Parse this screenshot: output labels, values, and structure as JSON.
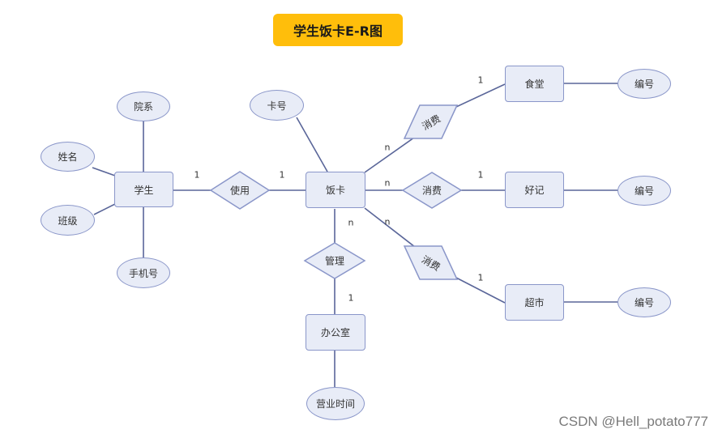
{
  "title": "学生饭卡E-R图",
  "entities": {
    "student": "学生",
    "card": "饭卡",
    "canteen": "食堂",
    "haoji": "好记",
    "supermarket": "超市",
    "office": "办公室"
  },
  "attributes": {
    "department": "院系",
    "name": "姓名",
    "class": "班级",
    "phone": "手机号",
    "card_no": "卡号",
    "canteen_id": "编号",
    "haoji_id": "编号",
    "supermarket_id": "编号",
    "office_hours": "营业时间"
  },
  "relationships": {
    "use": "使用",
    "consume_canteen": "消费",
    "consume_haoji": "消费",
    "consume_supermarket": "消费",
    "manage": "管理"
  },
  "cardinalities": {
    "student_use": "1",
    "use_card": "1",
    "card_consume_canteen": "n",
    "consume_canteen_entity": "1",
    "card_consume_haoji": "n",
    "consume_haoji_entity": "1",
    "card_consume_supermarket": "n",
    "consume_supermarket_entity": "1",
    "card_manage": "n",
    "manage_office": "1"
  },
  "colors": {
    "title_bg": "#ffbe0b",
    "shape_fill": "#e8ecf7",
    "shape_stroke": "#8a96c9",
    "line": "#5a6699"
  },
  "watermark": "CSDN @Hell_potato777"
}
